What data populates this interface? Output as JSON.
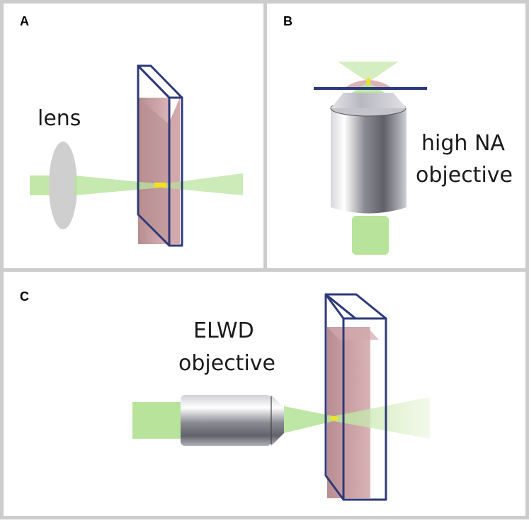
{
  "panels": {
    "a": {
      "label": "A",
      "caption": "lens"
    },
    "b": {
      "label": "B",
      "caption_line1": "high NA",
      "caption_line2": "objective"
    },
    "c": {
      "label": "C",
      "caption_line1": "ELWD",
      "caption_line2": "objective"
    }
  },
  "colors": {
    "beam": "#b7e39a",
    "focus": "#f2e21a",
    "cuvette_frame": "#2e3a78",
    "cuvette_fill": "#c89a9e",
    "lens": "#cfcfcf",
    "objective_metal": "#9a9aa2",
    "panel_border": "#cccccc"
  }
}
